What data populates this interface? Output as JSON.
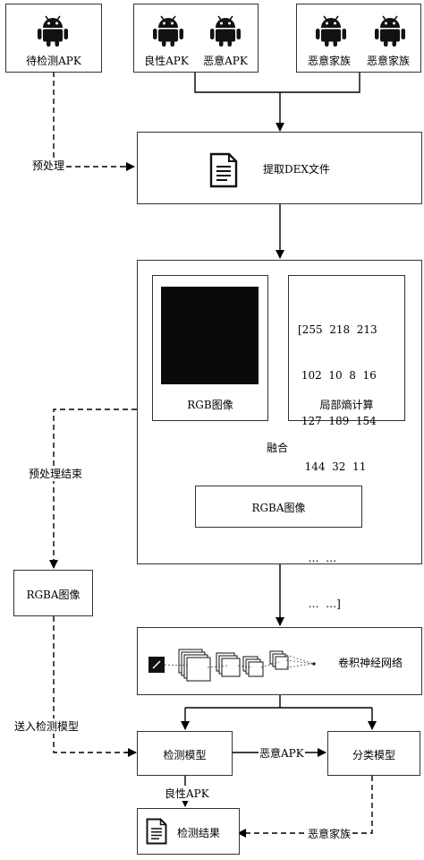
{
  "inputs": {
    "apk_to_test": "待检测APK",
    "benign_apk": "良性APK",
    "malicious_apk": "恶意APK",
    "malicious_family_1": "恶意家族",
    "malicious_family_2": "恶意家族"
  },
  "steps": {
    "preprocess": "预处理",
    "extract_dex": "提取DEX文件",
    "rgb_image": "RGB图像",
    "local_entropy": "局部熵计算",
    "fusion": "融合",
    "rgba_image": "RGBA图像",
    "preprocess_result": "预处理结束",
    "rgba_image_side": "RGBA图像",
    "feed_model": "送入检测模型",
    "cnn": "卷积神经网络",
    "detect_model": "检测模型",
    "classify_model": "分类模型",
    "malicious_apk_edge": "恶意APK",
    "benign_apk_edge": "良性APK",
    "detect_result": "检测结果",
    "malicious_family_edge": "恶意家族"
  },
  "matrix": {
    "lines": [
      "[255  218  213",
      " 102  10  8  16",
      " 127  189  154",
      "  144  32  11",
      "   …  …",
      "   …  …",
      "   …  …]"
    ]
  }
}
